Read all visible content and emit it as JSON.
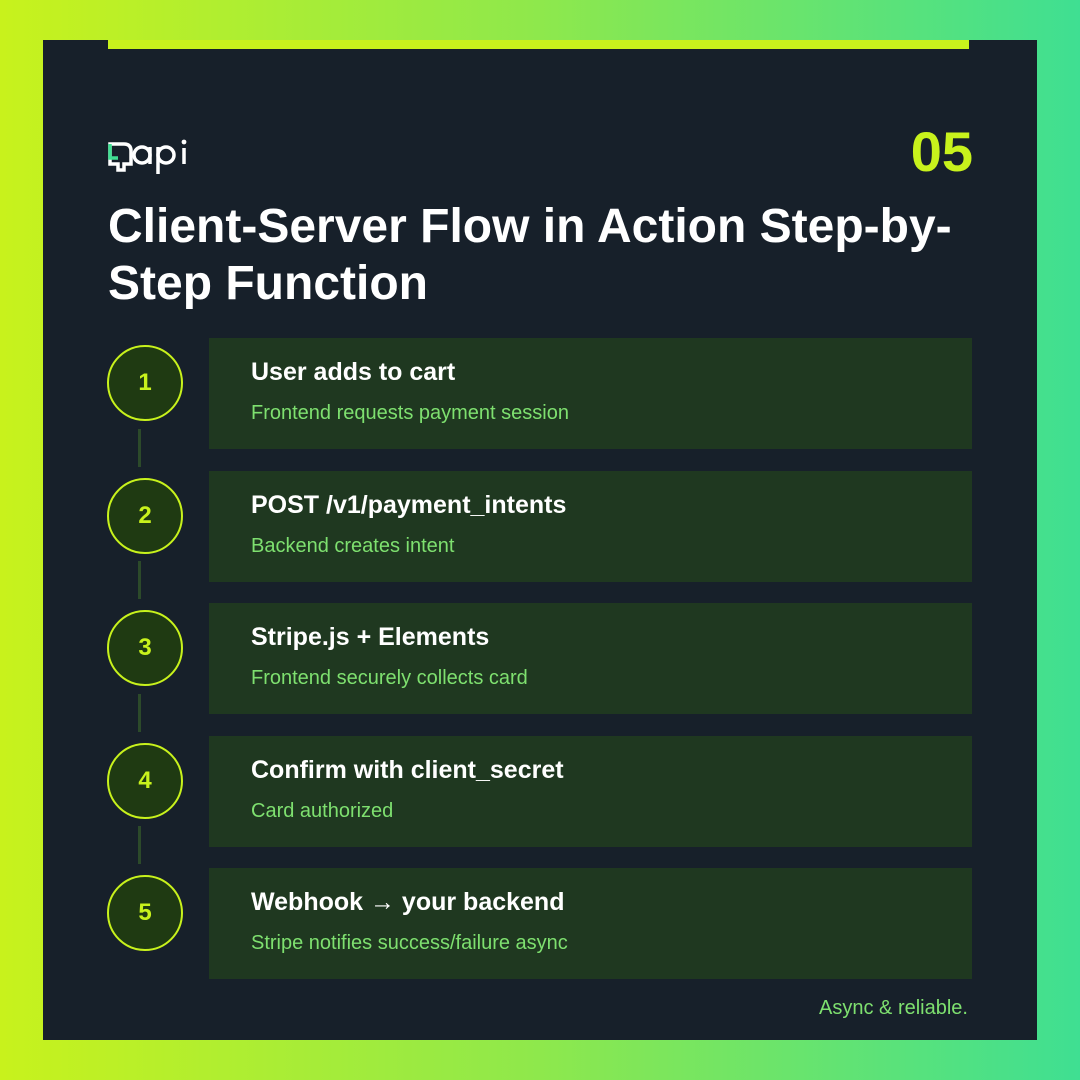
{
  "brand": {
    "logo_text": "qapi",
    "accent": "#c8f21c",
    "text_accent": "#7ee06f"
  },
  "page_number": "05",
  "title": "Client-Server Flow in Action Step-by-Step Function",
  "steps": [
    {
      "number": "1",
      "title": "User adds to cart",
      "description": "Frontend requests payment session"
    },
    {
      "number": "2",
      "title": "POST /v1/payment_intents",
      "description": "Backend creates intent"
    },
    {
      "number": "3",
      "title": "Stripe.js + Elements",
      "description": "Frontend securely collects card"
    },
    {
      "number": "4",
      "title": "Confirm with client_secret",
      "description": "Card authorized"
    },
    {
      "number": "5",
      "title": "Webhook → your backend",
      "description": "Stripe notifies success/failure async"
    }
  ],
  "footer_note": "Async & reliable."
}
